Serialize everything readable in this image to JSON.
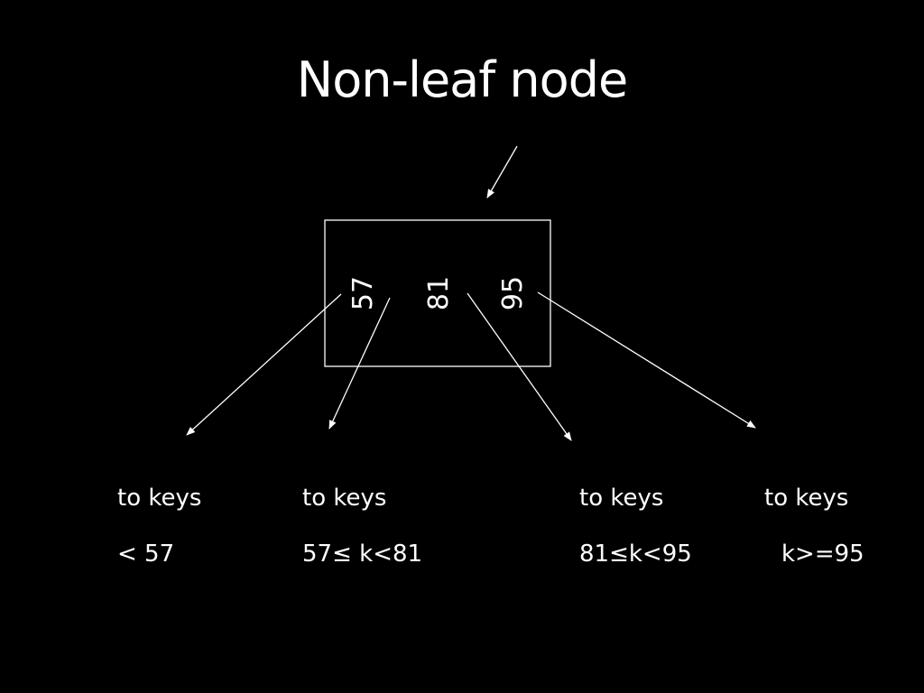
{
  "title": "Non-leaf node",
  "node": {
    "keys": [
      "57",
      "81",
      "95"
    ]
  },
  "targets": [
    {
      "line1": "to keys",
      "line2": "< 57"
    },
    {
      "line1": "to keys",
      "line2": "57≤ k<81"
    },
    {
      "line1": "to keys",
      "line2": "81≤k<95"
    },
    {
      "line1": "to keys",
      "line2": "k>=95"
    }
  ],
  "colors": {
    "background": "#000000",
    "foreground": "#ffffff"
  }
}
